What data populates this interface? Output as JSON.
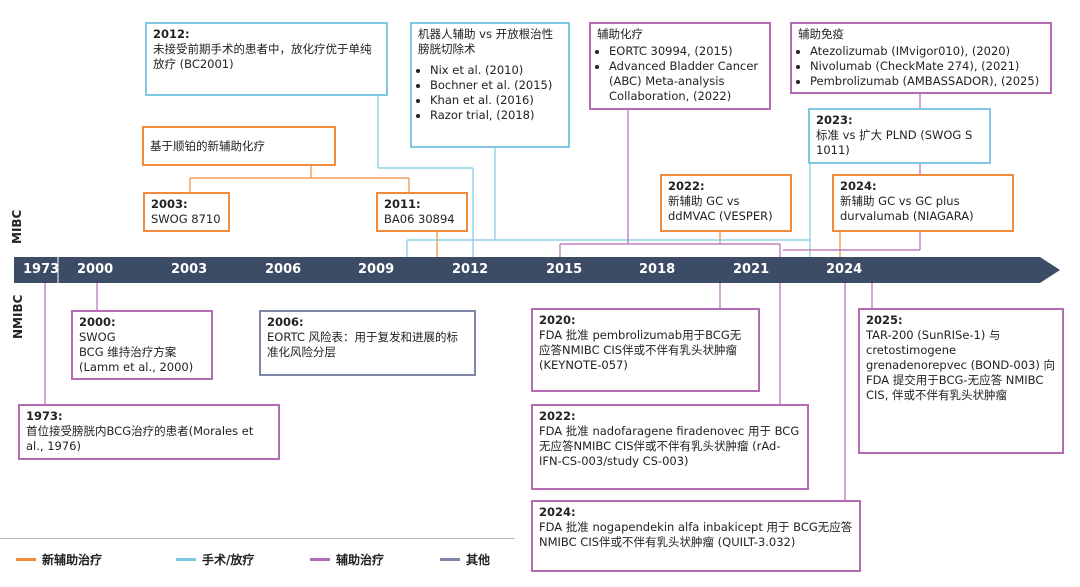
{
  "colors": {
    "neoadjuvant": "#f08a3c",
    "surgery": "#7ec8e3",
    "adjuvant": "#b56cb5",
    "other": "#7f86a8",
    "timeline": "#3c4c66"
  },
  "side_labels": {
    "top": "MIBC",
    "bottom": "NMIBC"
  },
  "timeline_years": [
    "1973",
    "2000",
    "2003",
    "2006",
    "2009",
    "2012",
    "2015",
    "2018",
    "2021",
    "2024"
  ],
  "boxes": {
    "b2012": {
      "year": "2012:",
      "text": "未接受前期手术的患者中，放化疗优于单纯放疗 (BC2001)"
    },
    "cisplatin": {
      "text": "基于顺铂的新辅助化疗"
    },
    "b2003": {
      "year": "2003:",
      "text": "SWOG 8710"
    },
    "b2011": {
      "year": "2011:",
      "text": "BA06 30894"
    },
    "robot": {
      "title": "机器人辅助 vs 开放根治性膀胱切除术",
      "items": [
        "Nix et al. (2010)",
        "Bochner et al. (2015)",
        "Khan et al. (2016)",
        "Razor trial, (2018)"
      ]
    },
    "adjchemo": {
      "title": "辅助化疗",
      "items": [
        "EORTC 30994, (2015)",
        "Advanced Bladder Cancer (ABC) Meta-analysis Collaboration, (2022)"
      ]
    },
    "adjimmuno": {
      "title": "辅助免疫",
      "items": [
        "Atezolizumab (IMvigor010), (2020)",
        "Nivolumab (CheckMate 274), (2021)",
        "Pembrolizumab (AMBASSADOR), (2025)"
      ]
    },
    "b2023": {
      "year": "2023:",
      "text": "标准 vs 扩大 PLND (SWOG S 1011)"
    },
    "b2022v": {
      "year": "2022:",
      "text": "新辅助 GC vs ddMVAC (VESPER)"
    },
    "b2024n": {
      "year": "2024:",
      "text": "新辅助 GC vs GC plus durvalumab (NIAGARA)"
    },
    "b2000": {
      "year": "2000:",
      "lines": [
        "SWOG",
        "BCG 维持治疗方案",
        "(Lamm et al., 2000)"
      ]
    },
    "b2006": {
      "year": "2006:",
      "text": "EORTC 风险表：用于复发和进展的标准化风险分层"
    },
    "b1973": {
      "year": "1973:",
      "text": "首位接受膀胱内BCG治疗的患者(Morales et al., 1976)"
    },
    "b2020": {
      "year": "2020:",
      "text": "FDA 批准 pembrolizumab用于BCG无应答NMIBC CIS伴或不伴有乳头状肿瘤 (KEYNOTE-057)"
    },
    "b2022n": {
      "year": "2022:",
      "text": "FDA 批准 nadofaragene firadenovec 用于 BCG无应答NMIBC CIS伴或不伴有乳头状肿瘤 (rAd-IFN-CS-003/study CS-003)"
    },
    "b2024f": {
      "year": "2024:",
      "text": "FDA 批准 nogapendekin alfa inbakicept 用于 BCG无应答NMIBC CIS伴或不伴有乳头状肿瘤 (QUILT-3.032)"
    },
    "b2025": {
      "year": "2025:",
      "text": "TAR-200 (SunRISe-1) 与 cretostimogene grenadenorepvec (BOND-003) 向FDA 提交用于BCG-无应答 NMIBC CIS, 伴或不伴有乳头状肿瘤"
    }
  },
  "legend": [
    {
      "label": "新辅助治疗",
      "color": "#f08a3c"
    },
    {
      "label": "手术/放疗",
      "color": "#7ec8e3"
    },
    {
      "label": "辅助治疗",
      "color": "#b56cb5"
    },
    {
      "label": "其他",
      "color": "#7f86a8"
    }
  ]
}
